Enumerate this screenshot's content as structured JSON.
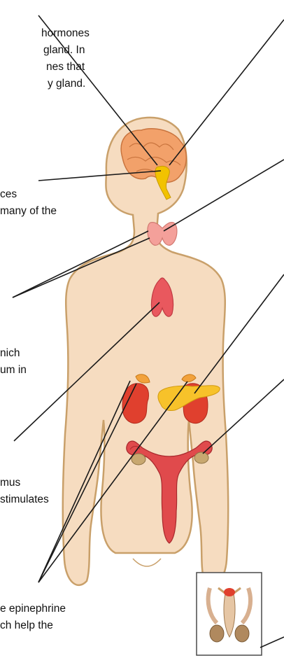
{
  "text_fragments": {
    "hypothalamus_1": "hormones",
    "hypothalamus_2": "gland.  In",
    "hypothalamus_3": "nes that",
    "hypothalamus_4": "y gland.",
    "pituitary_1": "ces",
    "pituitary_2": "many of the",
    "parathyroid_1": "nich",
    "parathyroid_2": "um in",
    "thymus_1": "mus",
    "thymus_2": "stimulates",
    "adrenal_1": "e epinephrine",
    "adrenal_2": "ch help the"
  },
  "colors": {
    "skin": "#f6dcc0",
    "skin_outline": "#c9a06a",
    "brain": "#f2a16a",
    "pituitary": "#f2c200",
    "thyroid": "#f4a09a",
    "thymus": "#e9585e",
    "kidney": "#e0402e",
    "adrenal": "#f2a23c",
    "pancreas": "#f7c22a",
    "uterus": "#e04a4c",
    "ovary": "#c8a870",
    "leader_line": "#1a1a1a"
  }
}
